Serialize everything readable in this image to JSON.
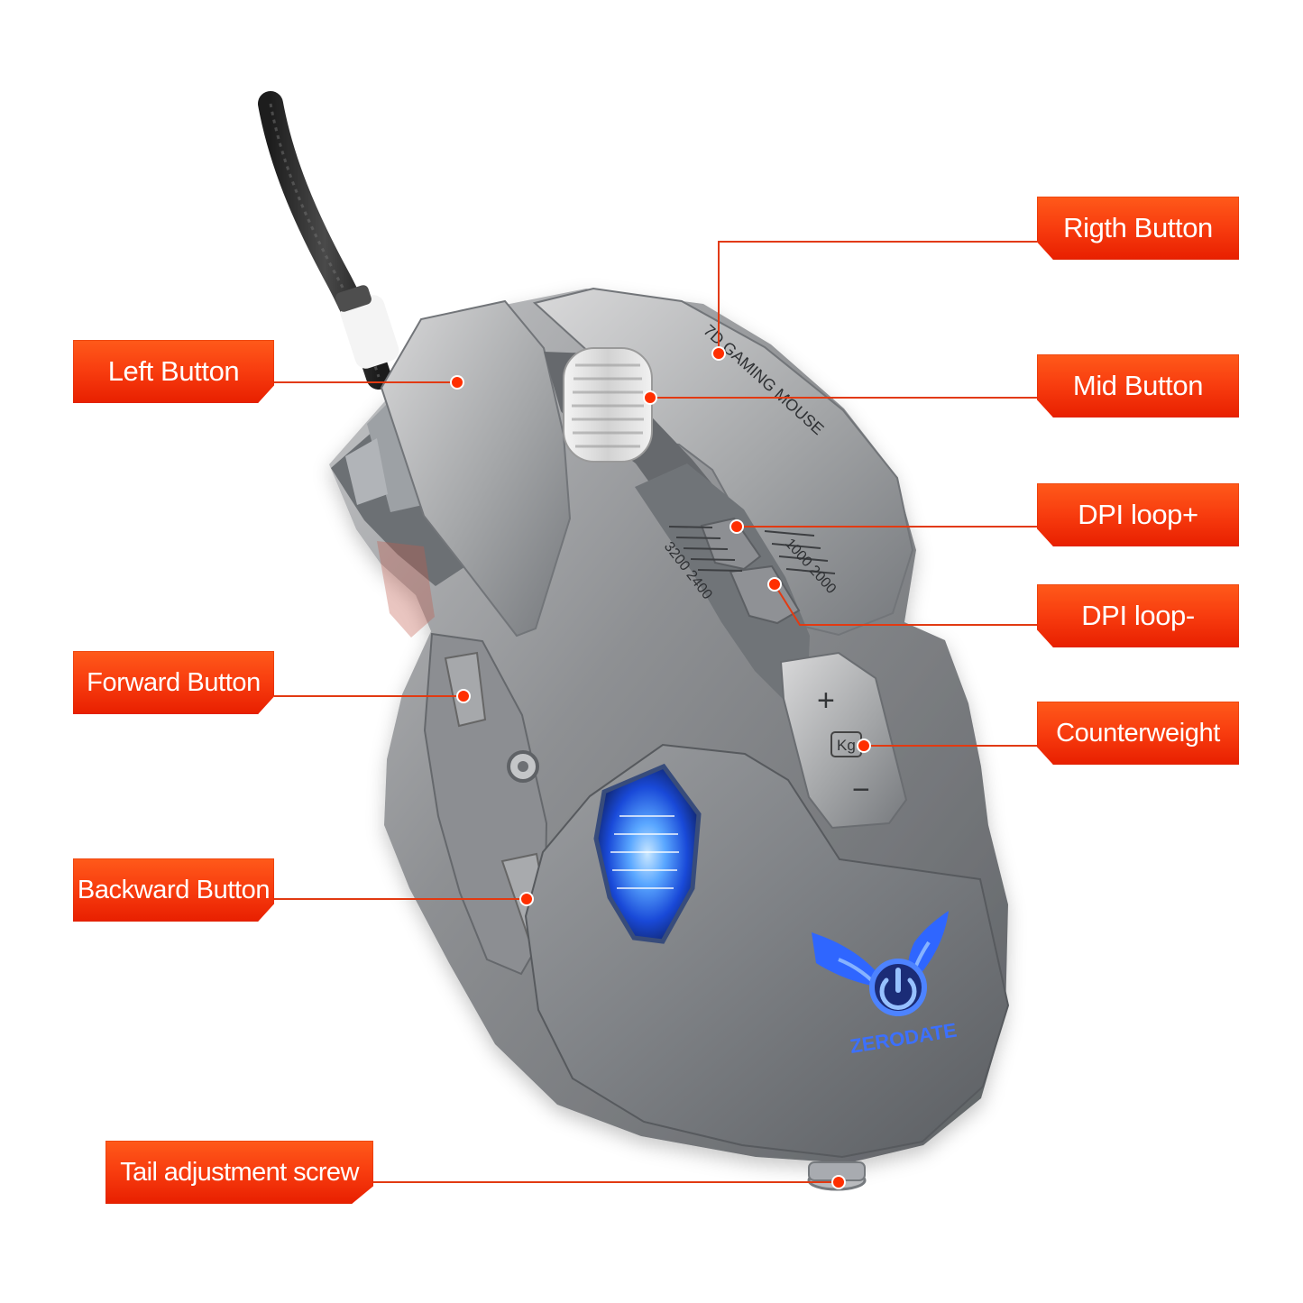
{
  "labels": {
    "right_button": "Rigth Button",
    "left_button": "Left Button",
    "mid_button": "Mid Button",
    "dpi_loop_plus": "DPI loop+",
    "dpi_loop_minus": "DPI loop-",
    "forward_button": "Forward Button",
    "counterweight": "Counterweight",
    "backward_button": "Backward Button",
    "tail_adjustment_screw": "Tail adjustment screw"
  },
  "mouse": {
    "logo_text": "ZERODATE",
    "top_text": "7D GAMING MOUSE",
    "dpi_scale_text": "3200 2400",
    "dpi_scale_text_2": "1000 2000",
    "weight_plus": "+",
    "weight_minus": "−",
    "weight_kg": "Kg"
  },
  "colors": {
    "label_bg": "#f03a10",
    "label_text": "#ffffff",
    "leader_line": "#e23a12",
    "dot": "#ff2f00",
    "mouse_body": "#8d8f92",
    "mouse_dark": "#5c5f63",
    "blue_glow": "#1e6bff"
  }
}
